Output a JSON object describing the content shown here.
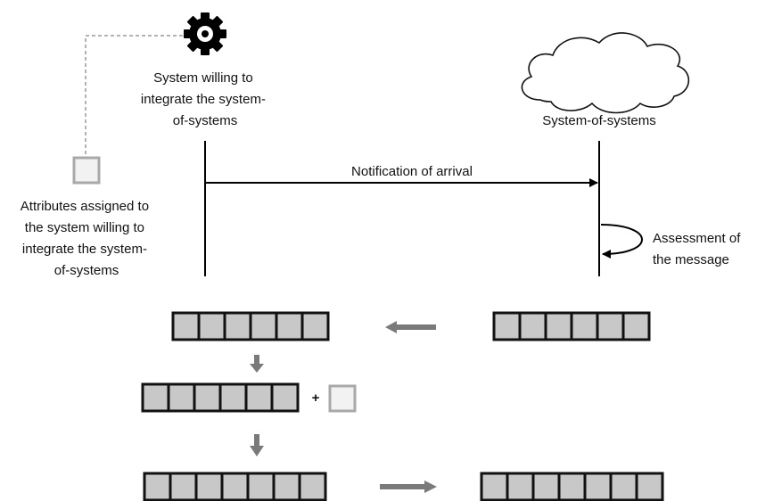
{
  "diagram": {
    "system_label": [
      "System willing to",
      "integrate the system-",
      "of-systems"
    ],
    "sos_label": "System-of-systems",
    "attributes_label": [
      "Attributes assigned to",
      "the system willing to",
      "integrate the system-",
      "of-systems"
    ],
    "message_label": "Notification of arrival",
    "assessment_label": [
      "Assessment of",
      "the message"
    ],
    "plus_sign": "+",
    "icons": {
      "system": "gear-icon",
      "system_of_systems": "cloud-icon",
      "attribute": "attribute-block-icon"
    },
    "arrays": {
      "received": 6,
      "local": 6,
      "combined_base": 6,
      "final": 7,
      "forwarded": 7
    },
    "colors": {
      "cell_fill": "#c8c8c8",
      "cell_stroke": "#111111",
      "attribute_stroke": "#a9a9a9",
      "attribute_fill": "#f2f2f2",
      "transfer_arrow": "#7a7a7a",
      "line": "#000000"
    }
  }
}
